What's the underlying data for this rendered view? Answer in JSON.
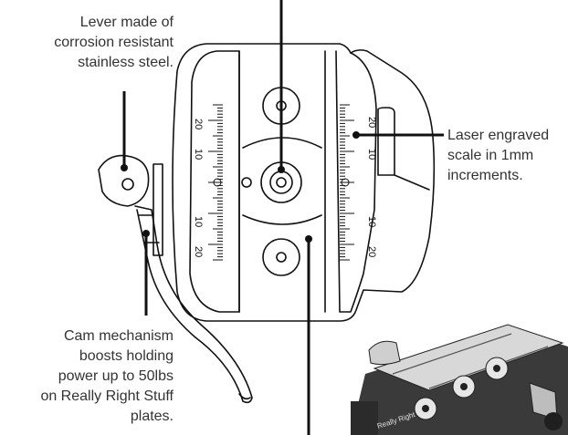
{
  "callouts": {
    "lever": {
      "lines": [
        "Lever made of",
        "corrosion resistant",
        "stainless steel."
      ]
    },
    "scale": {
      "lines": [
        "Laser engraved",
        "scale in 1mm",
        "increments."
      ]
    },
    "cam": {
      "lines": [
        "Cam mechanism",
        "boosts holding",
        "power up to 50lbs",
        "on Really Right Stuff",
        "plates."
      ]
    }
  },
  "scale_left": {
    "labels": [
      "20",
      "10",
      "10",
      "20"
    ]
  },
  "scale_right": {
    "labels": [
      "20",
      "10",
      "10",
      "20"
    ]
  },
  "inset": {
    "engraving": "Really Right"
  }
}
